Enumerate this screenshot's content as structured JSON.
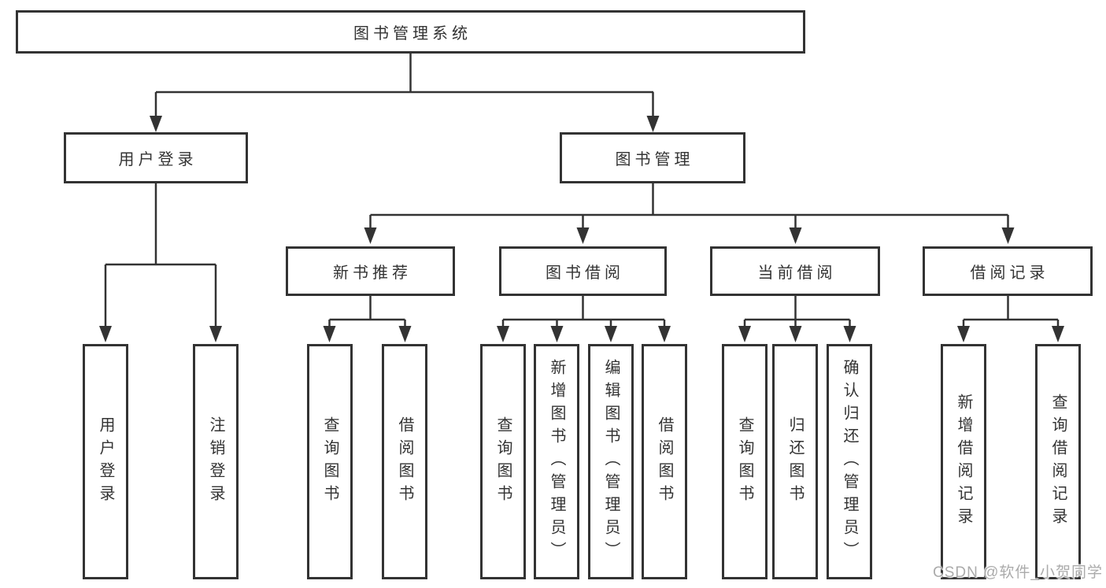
{
  "tree": {
    "root": {
      "label": "图书管理系统"
    },
    "level2": [
      {
        "label": "用户登录",
        "children": [
          {
            "label": "用户登录"
          },
          {
            "label": "注销登录"
          }
        ]
      },
      {
        "label": "图书管理",
        "children": [
          {
            "label": "新书推荐",
            "children": [
              {
                "label": "查询图书"
              },
              {
                "label": "借阅图书"
              }
            ]
          },
          {
            "label": "图书借阅",
            "children": [
              {
                "label": "查询图书"
              },
              {
                "label": "新增图书（管理员）"
              },
              {
                "label": "编辑图书（管理员）"
              },
              {
                "label": "借阅图书"
              }
            ]
          },
          {
            "label": "当前借阅",
            "children": [
              {
                "label": "查询图书"
              },
              {
                "label": "归还图书"
              },
              {
                "label": "确认归还（管理员）"
              }
            ]
          },
          {
            "label": "借阅记录",
            "children": [
              {
                "label": "新增借阅记录"
              },
              {
                "label": "查询借阅记录"
              }
            ]
          }
        ]
      }
    ]
  },
  "watermark": {
    "text": "CSDN @软件_小贺同学"
  },
  "colors": {
    "line": "#333333",
    "text": "#333333",
    "box_fill": "#ffffff",
    "background": "#ffffff",
    "watermark": "#ababab"
  }
}
